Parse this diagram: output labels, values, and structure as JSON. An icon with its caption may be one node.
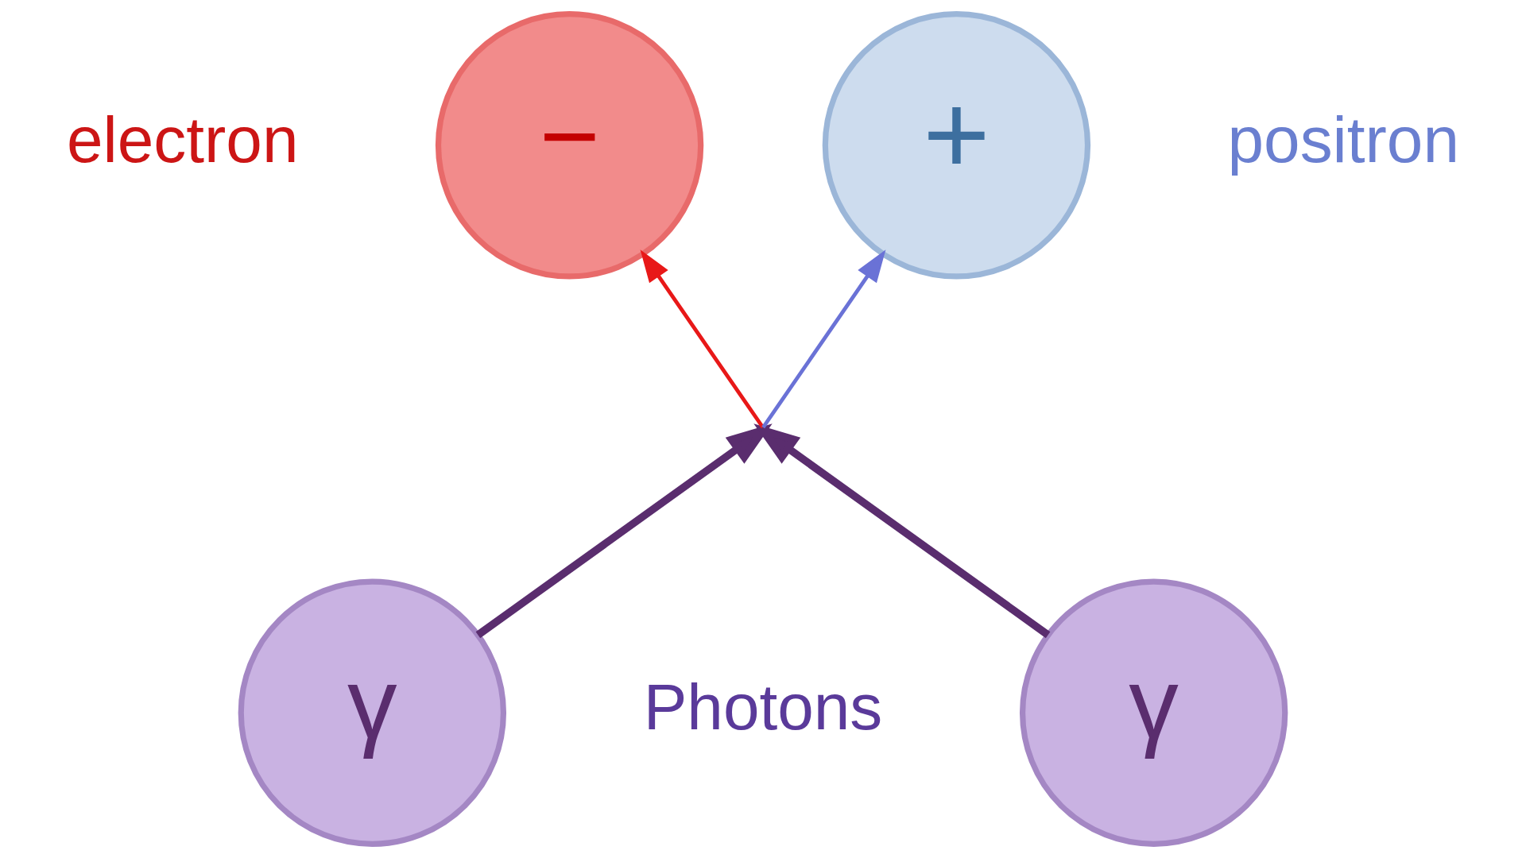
{
  "diagram": {
    "nodes": [
      {
        "text": [
          "−"
        ],
        "beside": [
          "electron"
        ]
      },
      {
        "text": [
          "+"
        ],
        "beside": [
          "positron"
        ]
      },
      {
        "text": [
          "γ"
        ]
      },
      {
        "text": [
          "γ"
        ]
      }
    ],
    "edges": [
      {
        "from": 2,
        "to": null,
        "arrow": "to",
        "style": "thick"
      },
      {
        "from": 3,
        "to": null,
        "arrow": "to",
        "style": "thick"
      },
      {
        "from": null,
        "to": 0,
        "arrow": "to",
        "color": "#e81818"
      },
      {
        "from": null,
        "to": 1,
        "arrow": "to",
        "color": "#6a72d6"
      }
    ],
    "labels": [
      "Photons"
    ]
  }
}
